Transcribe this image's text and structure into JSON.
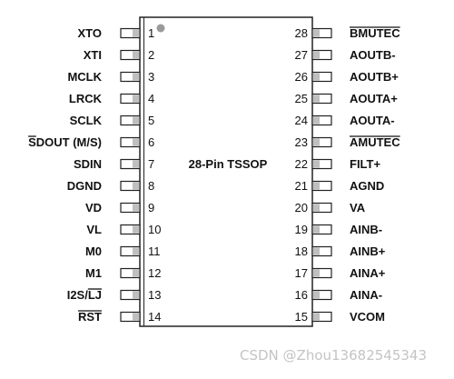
{
  "chip": {
    "package_label": "28-Pin TSSOP",
    "pin1_marker": "dot-icon"
  },
  "left_pins": [
    {
      "number": "1",
      "name": "XTO",
      "overline": ""
    },
    {
      "number": "2",
      "name": "XTI",
      "overline": ""
    },
    {
      "number": "3",
      "name": "MCLK",
      "overline": ""
    },
    {
      "number": "4",
      "name": "LRCK",
      "overline": ""
    },
    {
      "number": "5",
      "name": "SCLK",
      "overline": ""
    },
    {
      "number": "6",
      "name": "SDOUT (M/S)",
      "overline": "S"
    },
    {
      "number": "7",
      "name": "SDIN",
      "overline": ""
    },
    {
      "number": "8",
      "name": "DGND",
      "overline": ""
    },
    {
      "number": "9",
      "name": "VD",
      "overline": ""
    },
    {
      "number": "10",
      "name": "VL",
      "overline": ""
    },
    {
      "number": "11",
      "name": "M0",
      "overline": ""
    },
    {
      "number": "12",
      "name": "M1",
      "overline": ""
    },
    {
      "number": "13",
      "name": "I2S/LJ",
      "overline": "LJ"
    },
    {
      "number": "14",
      "name": "RST",
      "overline": "RST"
    }
  ],
  "right_pins": [
    {
      "number": "28",
      "name": "BMUTEC",
      "overline": "BMUTEC"
    },
    {
      "number": "27",
      "name": "AOUTB-",
      "overline": ""
    },
    {
      "number": "26",
      "name": "AOUTB+",
      "overline": ""
    },
    {
      "number": "25",
      "name": "AOUTA+",
      "overline": ""
    },
    {
      "number": "24",
      "name": "AOUTA-",
      "overline": ""
    },
    {
      "number": "23",
      "name": "AMUTEC",
      "overline": "AMUTEC"
    },
    {
      "number": "22",
      "name": "FILT+",
      "overline": ""
    },
    {
      "number": "21",
      "name": "AGND",
      "overline": ""
    },
    {
      "number": "20",
      "name": "VA",
      "overline": ""
    },
    {
      "number": "19",
      "name": "AINB-",
      "overline": ""
    },
    {
      "number": "18",
      "name": "AINB+",
      "overline": ""
    },
    {
      "number": "17",
      "name": "AINA+",
      "overline": ""
    },
    {
      "number": "16",
      "name": "AINA-",
      "overline": ""
    },
    {
      "number": "15",
      "name": "VCOM",
      "overline": ""
    }
  ],
  "watermark": "CSDN @Zhou13682545343",
  "colors": {
    "outline": "#222222",
    "pin_fill": "#bfbfbf",
    "marker": "#9a9a9a",
    "watermark": "#c4c4c4"
  }
}
